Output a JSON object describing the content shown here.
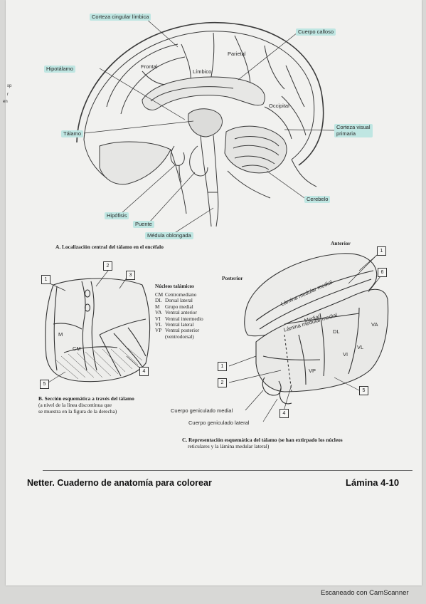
{
  "section_a": {
    "labels": {
      "corteza_cingular": "Corteza cingular límbica",
      "cuerpo_calloso": "Cuerpo calloso",
      "hipotalamo": "Hipotálamo",
      "parietal": "Parietal",
      "frontal": "Frontal",
      "limbico": "Límbico",
      "occipital": "Occipital",
      "talamo": "Tálamo",
      "corteza_visual": "Corteza visual",
      "corteza_visual_2": "primaria",
      "hipofisis": "Hipófisis",
      "puente": "Puente",
      "cerebelo": "Cerebelo",
      "medula": "Médula oblongada"
    },
    "caption": "A. Localización central del tálamo en el encéfalo"
  },
  "section_b": {
    "boxes": [
      "1",
      "2",
      "3",
      "4",
      "5"
    ],
    "region_m": "M",
    "region_cm": "CM",
    "caption_1": "B. Sección esquemática a través del tálamo",
    "caption_2": "(a nivel de la línea discontinua que",
    "caption_3": "se muestra en la figura de la derecha)"
  },
  "nucleos": {
    "title": "Núcleos talámicos",
    "items": [
      {
        "abbr": "CM",
        "name": "Centromediano"
      },
      {
        "abbr": "DL",
        "name": "Dorsal lateral"
      },
      {
        "abbr": "M",
        "name": "Grupo medial"
      },
      {
        "abbr": "VA",
        "name": "Ventral anterior"
      },
      {
        "abbr": "VI",
        "name": "Ventral intermedio"
      },
      {
        "abbr": "VL",
        "name": "Ventral lateral"
      },
      {
        "abbr": "VP",
        "name": "Ventral posterior"
      },
      {
        "abbr": "",
        "name": "(ventrodorsal)"
      }
    ]
  },
  "section_c": {
    "anterior": "Anterior",
    "posterior": "Posterior",
    "lamina_1": "Lámina medular medial",
    "lamina_2": "Lámina medular medial",
    "medial": "Medial",
    "regions": {
      "dl": "DL",
      "va": "VA",
      "vl": "VL",
      "vi": "VI",
      "vp": "VP"
    },
    "boxes": [
      "1",
      "6",
      "1",
      "2",
      "5",
      "4"
    ],
    "geniculado_medial": "Cuerpo geniculado medial",
    "geniculado_lateral": "Cuerpo geniculado lateral",
    "caption_1": "C. Representación esquemática del tálamo (se han extirpado los núcleos",
    "caption_2": "reticulares y la lámina medular lateral)"
  },
  "footer": {
    "book": "Netter. Cuaderno de anatomía para colorear",
    "plate": "Lámina 4-10"
  },
  "scanner": "Escaneado con CamScanner",
  "margin": [
    "en",
    "sp",
    "r"
  ]
}
